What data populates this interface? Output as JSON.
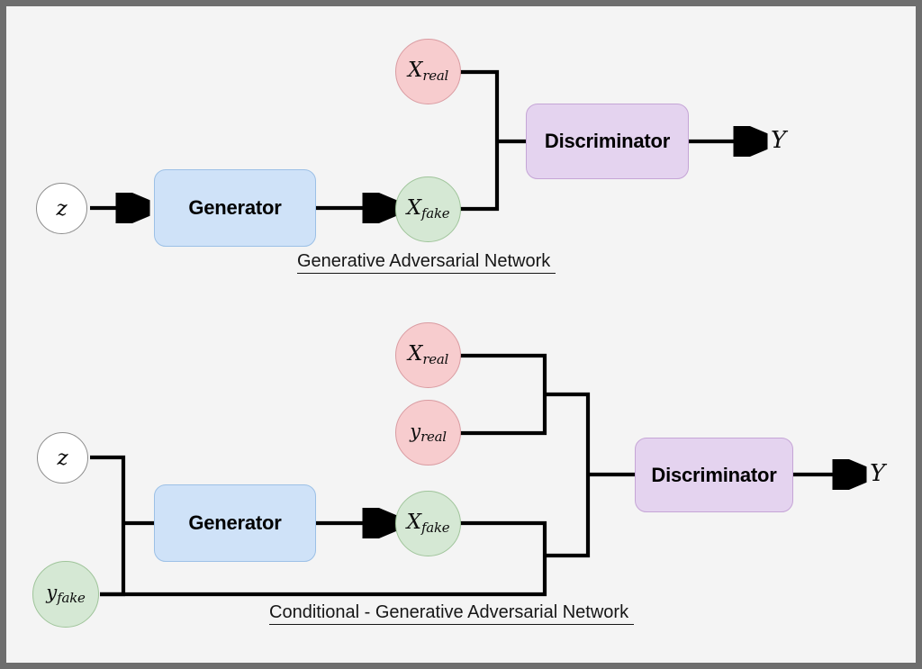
{
  "diagram": {
    "title_top": "Generative Adversarial Network ",
    "title_bottom": "Conditional - Generative Adversarial Network ",
    "colors": {
      "background": "#f4f4f4",
      "frame_border": "#6e6e6e",
      "wire": "#000000",
      "pink_fill": "#f7ccce",
      "pink_stroke": "#d99ba1",
      "green_fill": "#d5e8d4",
      "green_stroke": "#9fc49a",
      "blue_fill": "#cfe2f8",
      "blue_stroke": "#9cc0e6",
      "purple_fill": "#e4d3ef",
      "purple_stroke": "#c5a5d6",
      "white_fill": "#ffffff",
      "white_stroke": "#8c8c8c"
    }
  },
  "gan": {
    "noise": {
      "base": "z",
      "sub": ""
    },
    "generator": "Generator",
    "x_real": {
      "base": "X",
      "sub": "real"
    },
    "x_fake": {
      "base": "X",
      "sub": "fake"
    },
    "discriminator": "Discriminator",
    "output": "Y"
  },
  "cgan": {
    "noise": {
      "base": "z",
      "sub": ""
    },
    "y_fake": {
      "base": "y",
      "sub": "fake"
    },
    "generator": "Generator",
    "x_real": {
      "base": "X",
      "sub": "real"
    },
    "y_real": {
      "base": "y",
      "sub": "real"
    },
    "x_fake": {
      "base": "X",
      "sub": "fake"
    },
    "discriminator": "Discriminator",
    "output": "Y"
  }
}
